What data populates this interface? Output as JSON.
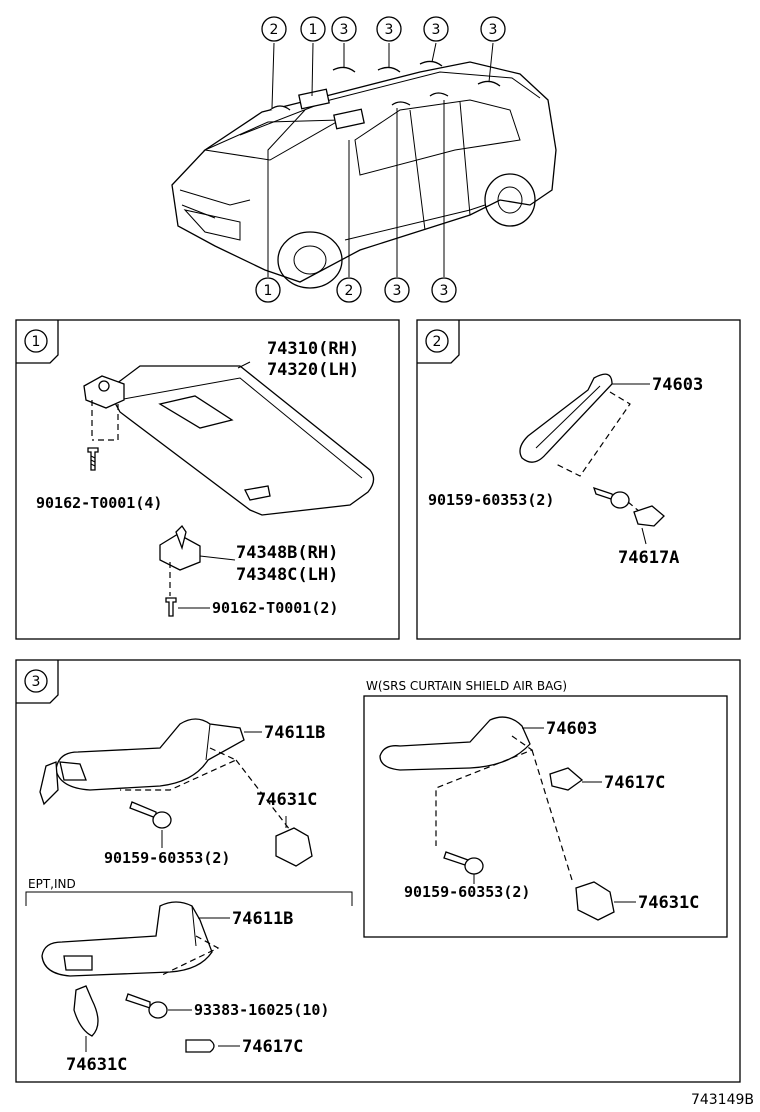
{
  "overview": {
    "top_callouts": [
      "2",
      "1",
      "3",
      "3",
      "3",
      "3"
    ],
    "bottom_callouts": [
      "1",
      "2",
      "3",
      "3"
    ]
  },
  "panel1": {
    "tag": "1",
    "visor_rh": "74310(RH)",
    "visor_lh": "74320(LH)",
    "screw_a": "90162-T0001(4)",
    "holder_rh": "74348B(RH)",
    "holder_lh": "74348C(LH)",
    "screw_b": "90162-T0001(2)"
  },
  "panel2": {
    "tag": "2",
    "grip": "74603",
    "screw": "90159-60353(2)",
    "cover": "74617A"
  },
  "panel3": {
    "tag": "3",
    "grip": "74611B",
    "clip": "74631C",
    "screw": "90159-60353(2)",
    "ept": {
      "label": "EPT,IND",
      "grip": "74611B",
      "screw": "93383-16025(10)",
      "clip": "74631C",
      "cover": "74617C"
    },
    "srs": {
      "label": "W(SRS CURTAIN SHIELD AIR BAG)",
      "grip": "74603",
      "cover": "74617C",
      "screw": "90159-60353(2)",
      "clip": "74631C"
    }
  },
  "figure_id": "743149B"
}
